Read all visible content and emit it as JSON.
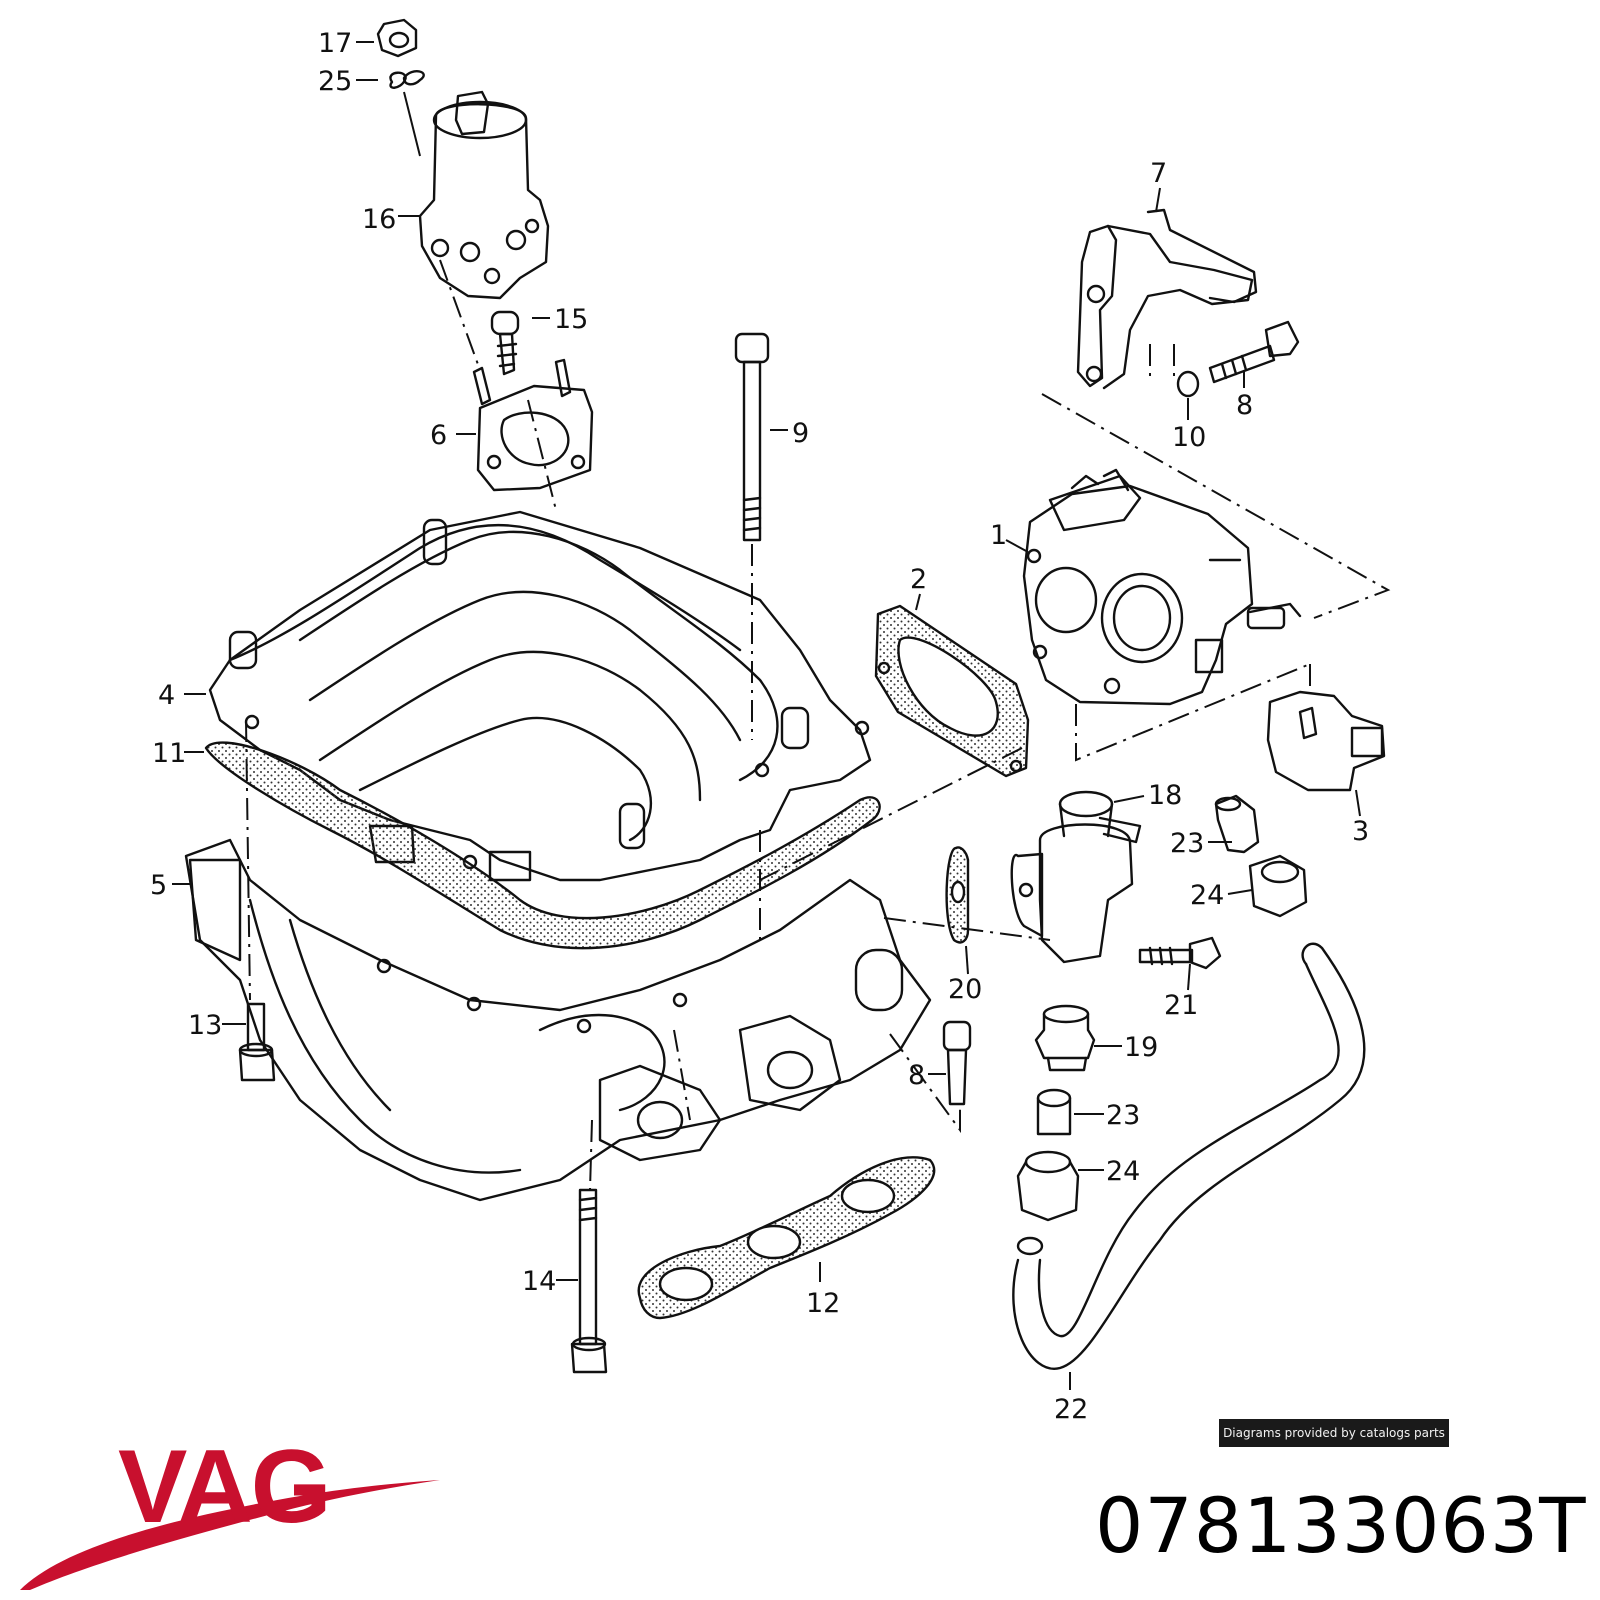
{
  "diagram": {
    "callouts": [
      {
        "id": "c17",
        "text": "17"
      },
      {
        "id": "c25",
        "text": "25"
      },
      {
        "id": "c16",
        "text": "16"
      },
      {
        "id": "c15",
        "text": "15"
      },
      {
        "id": "c6",
        "text": "6"
      },
      {
        "id": "c9",
        "text": "9"
      },
      {
        "id": "c7",
        "text": "7"
      },
      {
        "id": "c8a",
        "text": "8"
      },
      {
        "id": "c10",
        "text": "10"
      },
      {
        "id": "c1",
        "text": "1"
      },
      {
        "id": "c2",
        "text": "2"
      },
      {
        "id": "c4",
        "text": "4"
      },
      {
        "id": "c11",
        "text": "11"
      },
      {
        "id": "c5",
        "text": "5"
      },
      {
        "id": "c18",
        "text": "18"
      },
      {
        "id": "c3",
        "text": "3"
      },
      {
        "id": "c23a",
        "text": "23"
      },
      {
        "id": "c24a",
        "text": "24"
      },
      {
        "id": "c20",
        "text": "20"
      },
      {
        "id": "c21",
        "text": "21"
      },
      {
        "id": "c13",
        "text": "13"
      },
      {
        "id": "c19",
        "text": "19"
      },
      {
        "id": "c8b",
        "text": "8"
      },
      {
        "id": "c23b",
        "text": "23"
      },
      {
        "id": "c24b",
        "text": "24"
      },
      {
        "id": "c14",
        "text": "14"
      },
      {
        "id": "c12",
        "text": "12"
      },
      {
        "id": "c22",
        "text": "22"
      }
    ]
  },
  "credit": "Diagrams provided by catalogs parts",
  "brand": {
    "name": "VAG",
    "color": "#c8102e"
  },
  "part_number": "078133063T"
}
